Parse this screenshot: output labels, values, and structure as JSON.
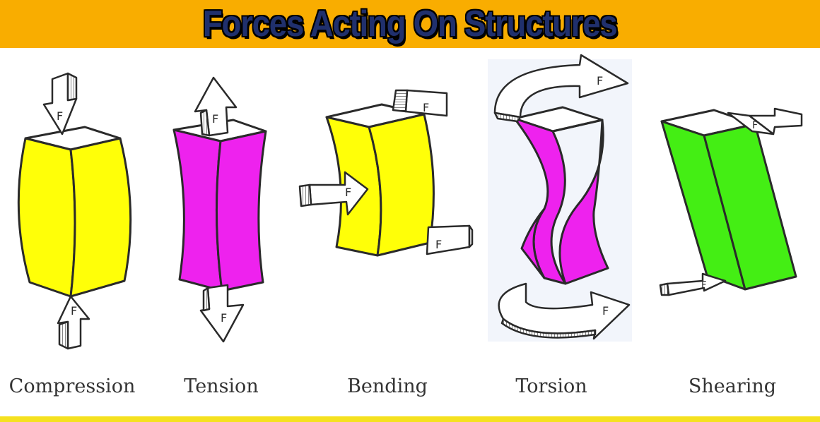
{
  "header": {
    "title": "Forces Acting On Structures"
  },
  "colors": {
    "header_bg": "#f9ad00",
    "title_text": "#20306d",
    "yellow": "#ffff08",
    "magenta": "#ee22ee",
    "green": "#44ee14",
    "label_text": "#333333",
    "bottom_bar": "#f5e11f"
  },
  "force_symbol": "F",
  "diagrams": [
    {
      "label": "Compression",
      "fill": "yellow",
      "icon": "compression-arrows"
    },
    {
      "label": "Tension",
      "fill": "magenta",
      "icon": "tension-arrows"
    },
    {
      "label": "Bending",
      "fill": "yellow",
      "icon": "bending-arrows"
    },
    {
      "label": "Torsion",
      "fill": "magenta",
      "icon": "torsion-arrows"
    },
    {
      "label": "Shearing",
      "fill": "green",
      "icon": "shearing-arrows"
    }
  ]
}
